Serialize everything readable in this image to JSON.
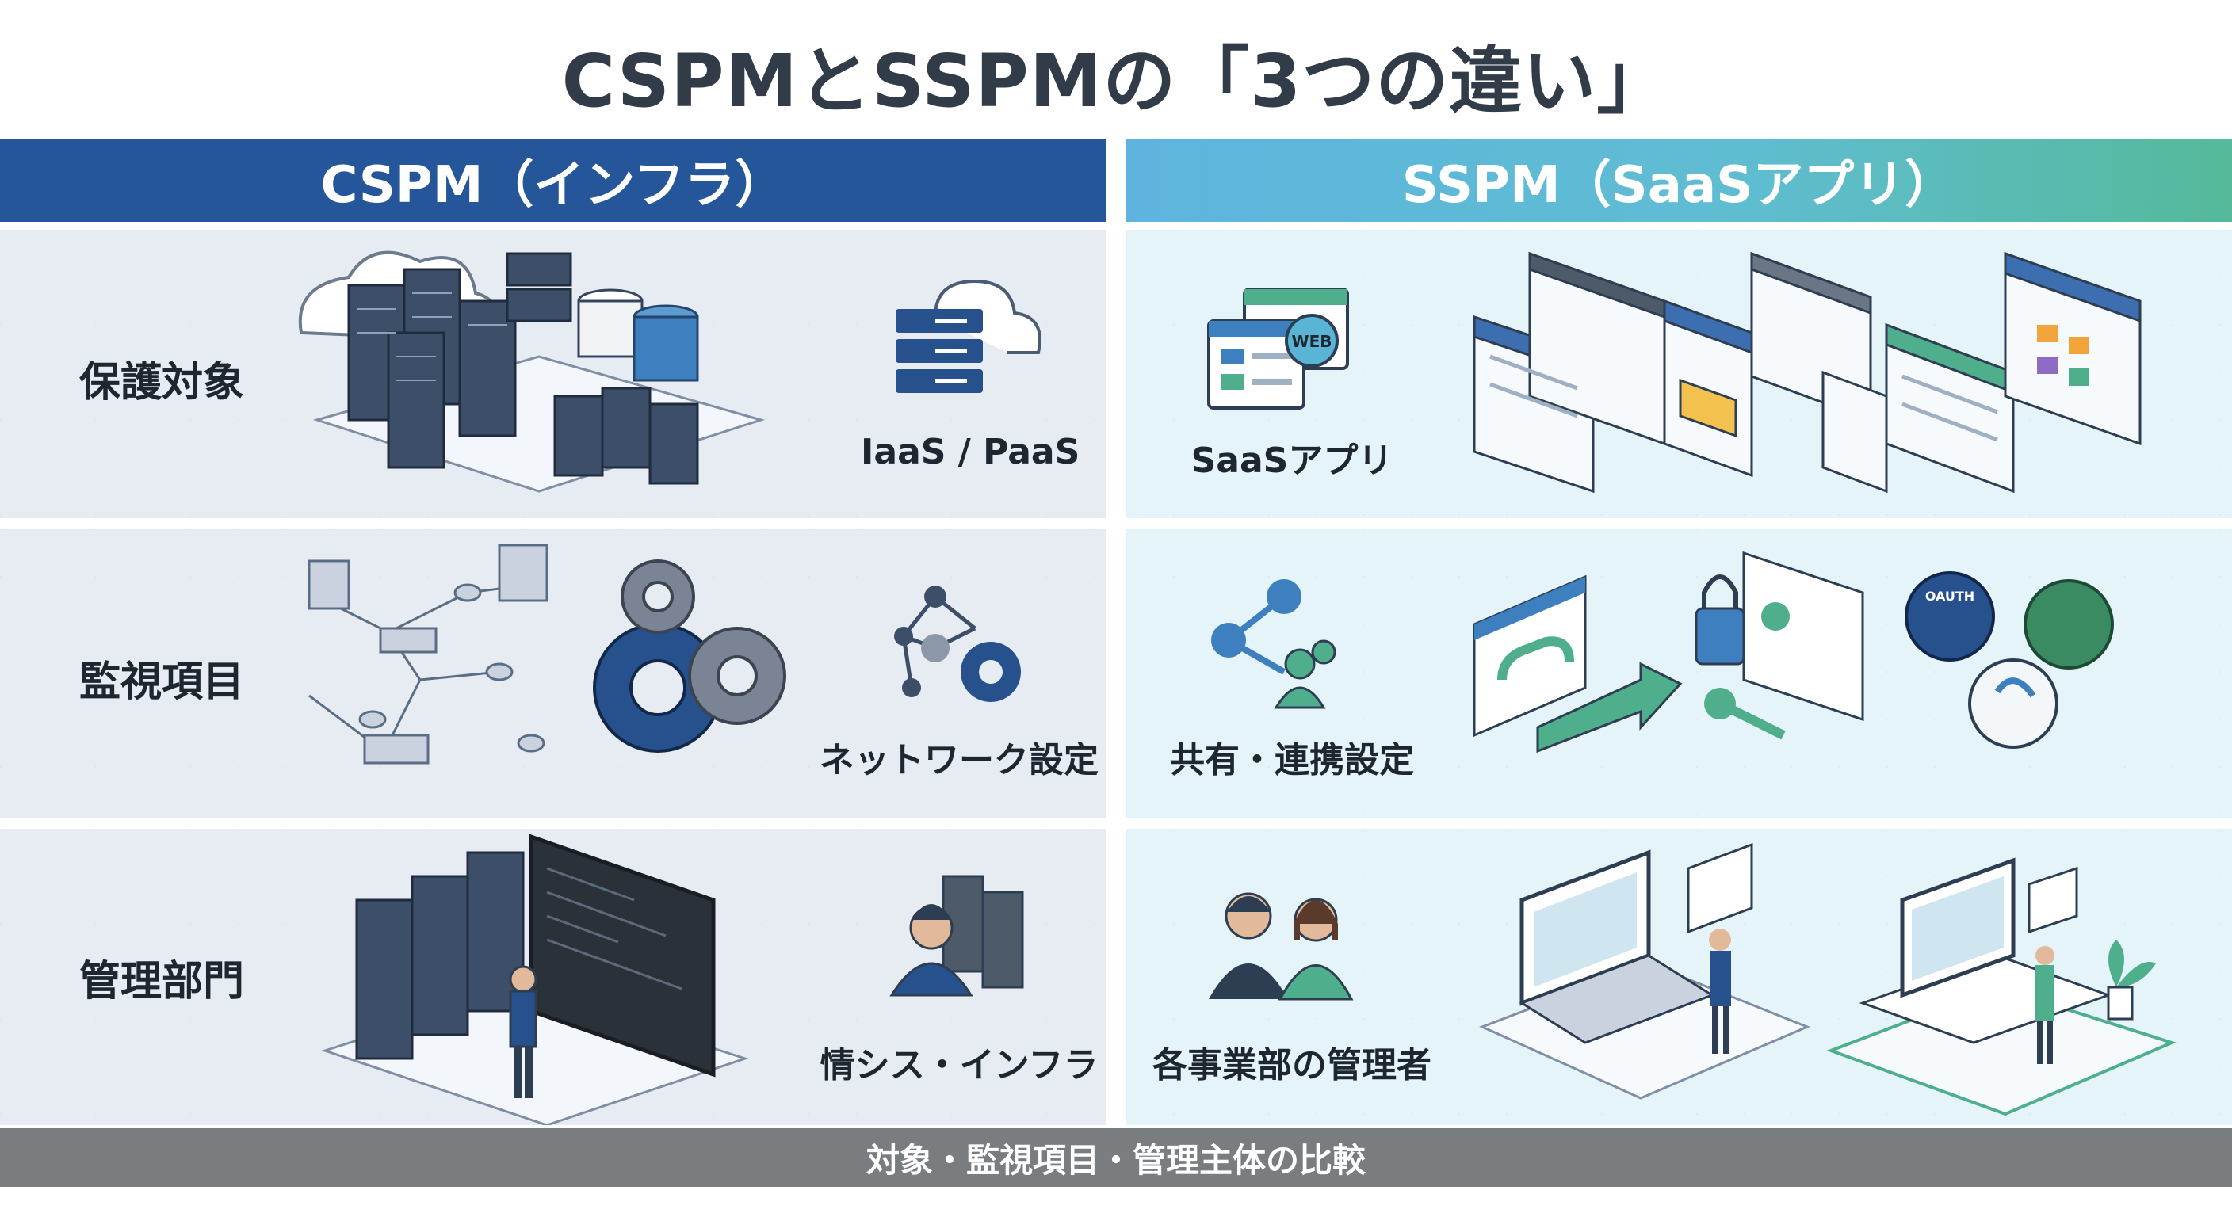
{
  "title": "CSPMとSSPMの「3つの違い」",
  "columns": {
    "left": "CSPM（インフラ）",
    "right": "SSPM（SaaSアプリ）"
  },
  "rows": [
    {
      "label": "保護対象",
      "left_caption": "IaaS / PaaS",
      "right_caption": "SaaSアプリ"
    },
    {
      "label": "監視項目",
      "left_caption": "ネットワーク設定",
      "right_caption": "共有・連携設定"
    },
    {
      "label": "管理部門",
      "left_caption": "情シス・インフラ",
      "right_caption": "各事業部の管理者"
    }
  ],
  "icons": {
    "web_badge": "WEB",
    "oauth_badge": "OAUTH"
  },
  "footer": "対象・監視項目・管理主体の比較",
  "colors": {
    "cspm_header": "#25569a",
    "sspm_header_start": "#5eb4de",
    "sspm_header_end": "#55b99a",
    "footer": "#7a7d80"
  }
}
